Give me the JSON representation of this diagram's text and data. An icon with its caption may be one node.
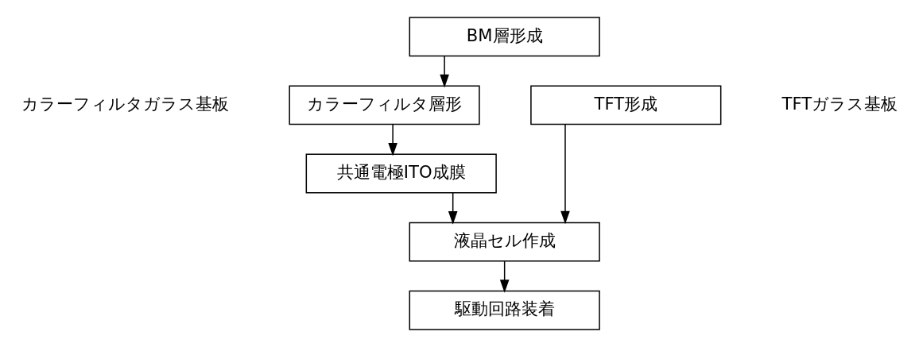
{
  "diagram": {
    "nodes": [
      {
        "text": [
          "BM層形成"
        ]
      },
      {
        "text": [
          "カラーフィルタ層形"
        ]
      },
      {
        "text": [
          "共通電極ITO成膜"
        ]
      },
      {
        "text": [
          "TFT形成"
        ],
        "beside": [
          "TFTガラス基板"
        ]
      },
      {
        "text": [
          "液晶セル作成"
        ]
      },
      {
        "text": [
          "駆動回路装着"
        ]
      }
    ],
    "edges": [
      {
        "from": 0,
        "to": 1,
        "arrow": "to"
      },
      {
        "from": 1,
        "to": 2,
        "arrow": "to"
      },
      {
        "from": 2,
        "to": 4,
        "arrow": "to"
      },
      {
        "from": 3,
        "to": 4,
        "arrow": "to"
      },
      {
        "from": 4,
        "to": 5,
        "arrow": "to"
      }
    ],
    "labels": [
      "カラーフィルタガラス基板"
    ]
  }
}
